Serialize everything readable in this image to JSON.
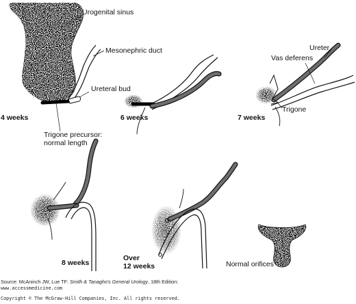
{
  "labels": {
    "urogenital_sinus": "Urogenital sinus",
    "mesonephric_duct": "Mesonephric duct",
    "ureteral_bud": "Ureteral bud",
    "trigone_precursor_1": "Trigone precursor:",
    "trigone_precursor_2": "normal length",
    "ureter": "Ureter",
    "vas_deferens": "Vas deferens",
    "trigone": "Trigone",
    "normal_orifices": "Normal orifices"
  },
  "stages": {
    "w4": "4 weeks",
    "w6": "6 weeks",
    "w7": "7 weeks",
    "w8": "8 weeks",
    "w12_line1": "Over",
    "w12_line2": "12 weeks"
  },
  "source": {
    "prefix": "Source: McAninch JW, Lue TF: ",
    "book": "Smith & Tanagho's General Urology",
    "suffix": ", 18th Edition:",
    "url": "www.accessmedicine.com",
    "copyright": "Copyright © The McGraw-Hill Companies, Inc. All rights reserved."
  }
}
